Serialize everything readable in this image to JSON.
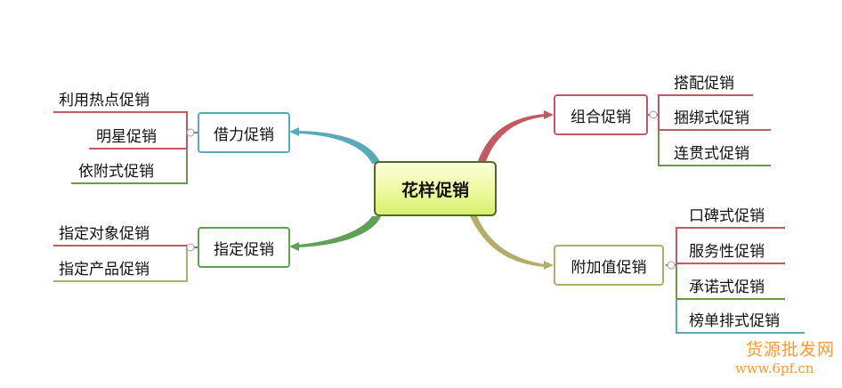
{
  "center": "花样促销",
  "branches": {
    "borrow": {
      "label": "借力促销",
      "leaves": [
        "利用热点促销",
        "明星促销",
        "依附式促销"
      ]
    },
    "target": {
      "label": "指定促销",
      "leaves": [
        "指定对象促销",
        "指定产品促销"
      ]
    },
    "combo": {
      "label": "组合促销",
      "leaves": [
        "搭配促销",
        "捆绑式促销",
        "连贯式促销"
      ]
    },
    "value": {
      "label": "附加值促销",
      "leaves": [
        "口碑式促销",
        "服务性促销",
        "承诺式促销",
        "榜单排式促销"
      ]
    }
  },
  "colors": {
    "borrow": "#5aa9b6",
    "target": "#5f9f56",
    "combo": "#c05a63",
    "value": "#b3ae6a",
    "center_border": "#4e6a2a"
  },
  "watermark": {
    "line1": "货源批发网",
    "line2": "www.6pf.cn"
  }
}
